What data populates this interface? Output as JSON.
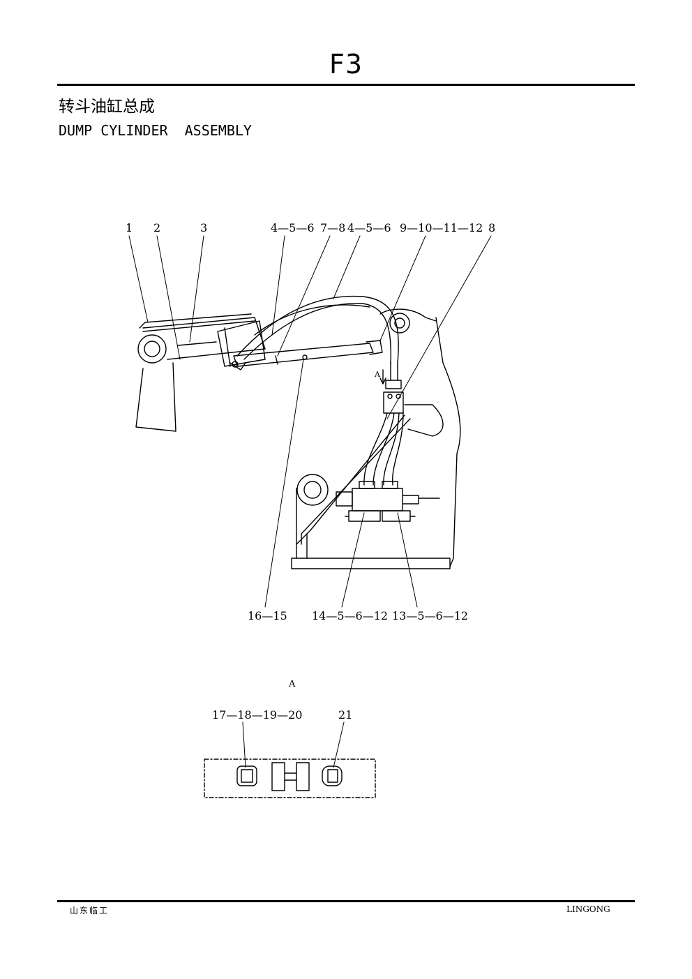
{
  "header": {
    "page_code": "F3",
    "title_cn": "转斗油缸总成",
    "title_en": "DUMP CYLINDER  ASSEMBLY"
  },
  "callouts": {
    "c1": "1",
    "c2": "2",
    "c3": "3",
    "c456a": "4—5—6",
    "c78": "7—8",
    "c456b": "4—5—6",
    "c9101112": "9—10—11—12",
    "c8": "8",
    "c1615": "16—15",
    "c145612": "14—5—6—12",
    "c135612": "13—5—6—12",
    "view_marker": "A",
    "view_label": "A",
    "c17181920": "17—18—19—20",
    "c21": "21"
  },
  "footer": {
    "left": "山东临工",
    "right": "LINGONG"
  }
}
